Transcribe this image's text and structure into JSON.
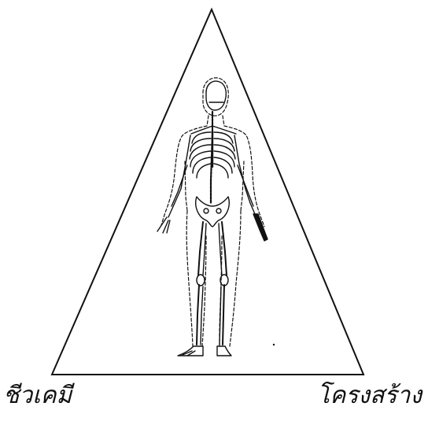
{
  "diagram": {
    "labels": {
      "bottom_left": "ชีวเคมี",
      "bottom_right": "โครงสร้าง"
    },
    "figure": "human-skeleton-with-body-outline",
    "colors": {
      "line": "#111111",
      "background": "#ffffff"
    }
  }
}
